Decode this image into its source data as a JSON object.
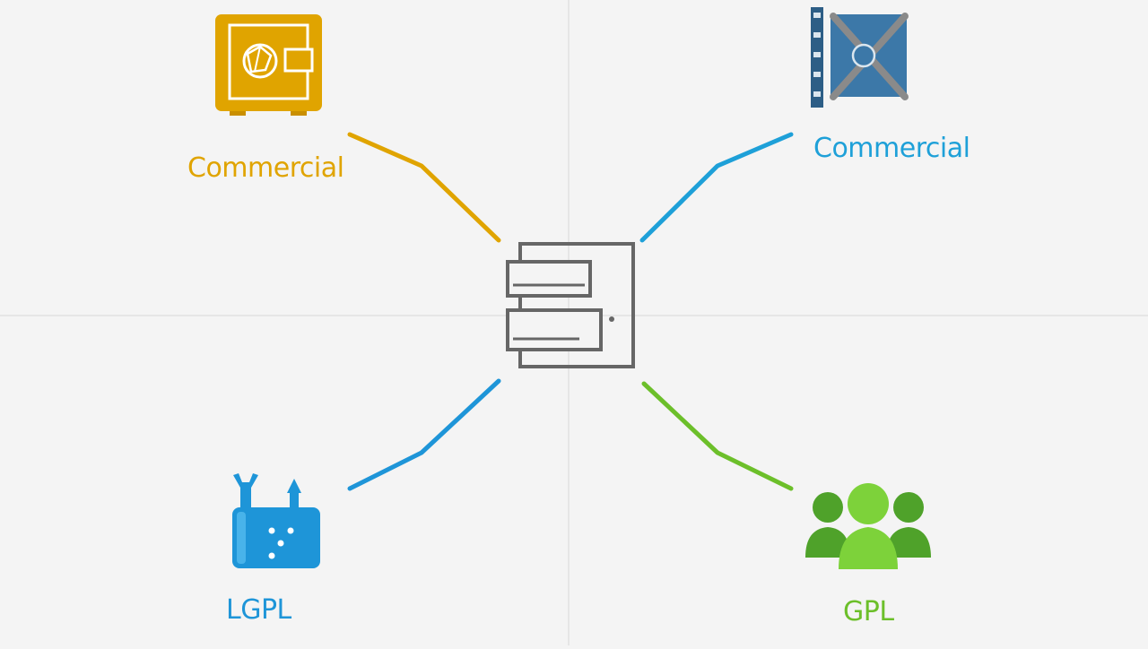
{
  "diagram": {
    "center": {
      "icon": "server-rack-icon",
      "color": "#666666"
    },
    "nodes": [
      {
        "id": "top-left",
        "label": "Commercial",
        "icon": "vault-safe-icon",
        "color": "#e0a400"
      },
      {
        "id": "top-right",
        "label": "Commercial",
        "icon": "sealed-box-icon",
        "color": "#1ea0d8"
      },
      {
        "id": "bottom-left",
        "label": "LGPL",
        "icon": "toolbox-icon",
        "color": "#1e95d8"
      },
      {
        "id": "bottom-right",
        "label": "GPL",
        "icon": "people-group-icon",
        "color": "#6cbf2a"
      }
    ]
  },
  "colors": {
    "background": "#f4f4f4",
    "gridline": "#e2e2e2"
  }
}
